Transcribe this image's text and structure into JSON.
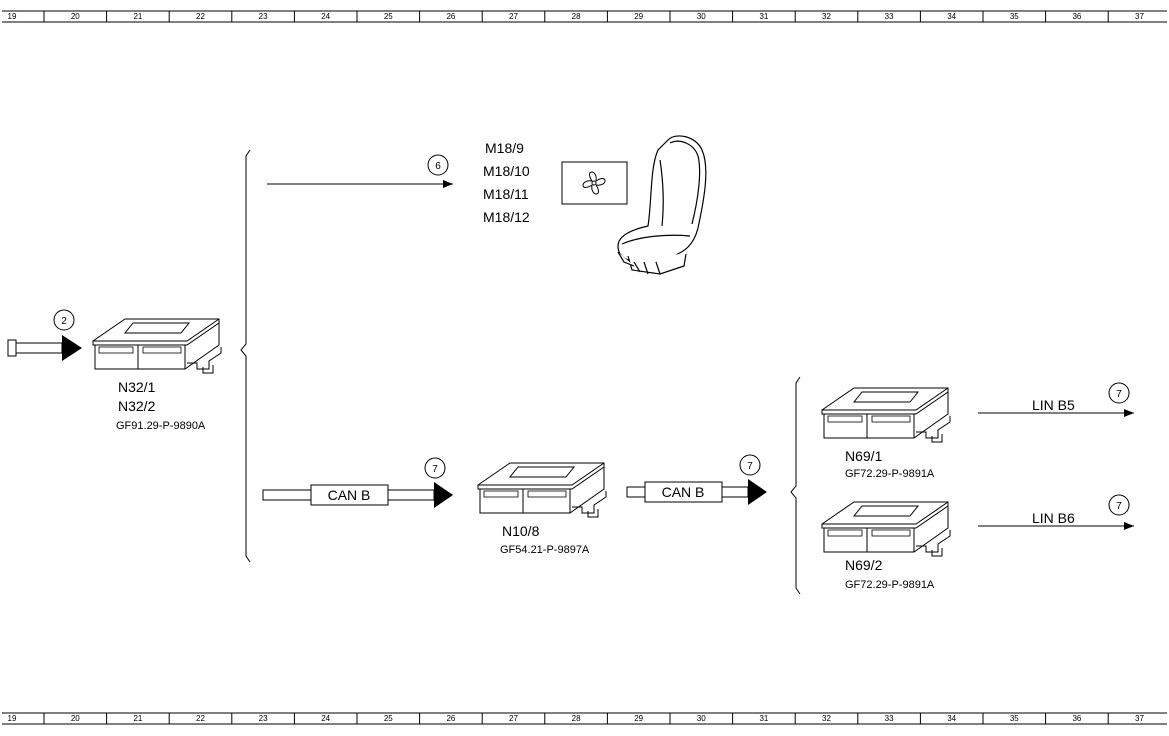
{
  "ruler": {
    "numbers": [
      "19",
      "20",
      "21",
      "22",
      "23",
      "24",
      "25",
      "26",
      "27",
      "28",
      "29",
      "30",
      "31",
      "32",
      "33",
      "34",
      "35",
      "36",
      "37"
    ]
  },
  "components": {
    "n32": {
      "labels": [
        "N32/1",
        "N32/2"
      ],
      "code": "GF91.29-P-9890A",
      "ref": "2"
    },
    "seat": {
      "labels": [
        "M18/9",
        "M18/10",
        "M18/11",
        "M18/12"
      ],
      "ref": "6"
    },
    "n10": {
      "label": "N10/8",
      "code": "GF54.21-P-9897A",
      "bus_in": "CAN B",
      "bus_out": "CAN B",
      "ref_in": "7",
      "ref_out": "7"
    },
    "n69_1": {
      "label": "N69/1",
      "code": "GF72.29-P-9891A",
      "bus": "LIN B5",
      "ref": "7"
    },
    "n69_2": {
      "label": "N69/2",
      "code": "GF72.29-P-9891A",
      "bus": "LIN B6",
      "ref": "7"
    }
  },
  "icons": [
    "fan-icon",
    "seat-icon",
    "control-unit-icon"
  ]
}
